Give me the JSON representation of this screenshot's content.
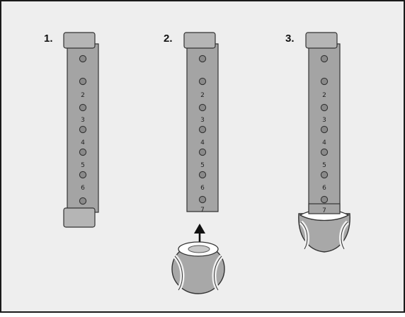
{
  "steps": [
    {
      "label": "1.",
      "hole_numbers": [
        "2",
        "3",
        "4",
        "5",
        "6"
      ],
      "end": "rubber-tip"
    },
    {
      "label": "2.",
      "hole_numbers": [
        "2",
        "3",
        "4",
        "5",
        "6",
        "7"
      ],
      "end": "open"
    },
    {
      "label": "3.",
      "hole_numbers": [
        "2",
        "3",
        "4",
        "5",
        "6",
        "7"
      ],
      "end": "tennis-ball-attached"
    }
  ],
  "colors": {
    "background": "#eeeeee",
    "border": "#1a1a1a",
    "tube": "#a4a4a4",
    "cap": "#b5b5b5",
    "hole": "#8a8a8a",
    "ball": "#a8a8a8",
    "outline": "#333333"
  },
  "icons": [
    "up-arrow-icon",
    "tennis-ball-icon",
    "rubber-tip-icon"
  ]
}
